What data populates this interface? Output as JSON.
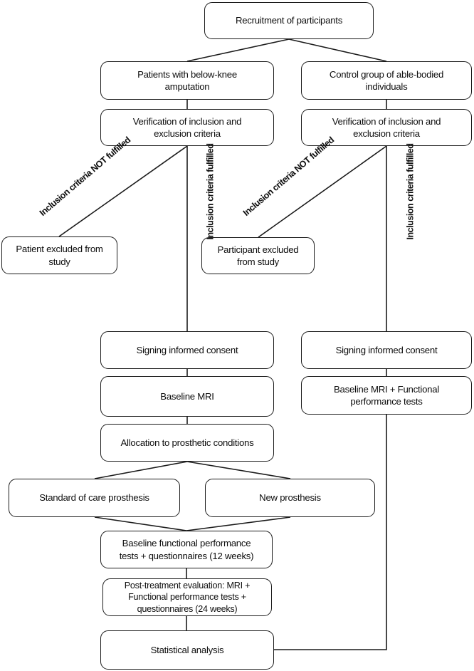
{
  "diagram": {
    "type": "flowchart",
    "title": "Study protocol flow diagram",
    "colors": {
      "stroke": "#1b1b1b",
      "fill": "#ffffff",
      "text": "#0d0d0d"
    },
    "nodes": [
      {
        "id": "recruitment",
        "label": "Recruitment of participants"
      },
      {
        "id": "patients-bka",
        "label": "Patients with below-knee\namputation"
      },
      {
        "id": "control-group",
        "label": "Control group of able-bodied\nindividuals"
      },
      {
        "id": "verify-left",
        "label": "Verification of inclusion and\nexclusion criteria"
      },
      {
        "id": "verify-right",
        "label": "Verification of inclusion and\nexclusion criteria"
      },
      {
        "id": "patient-excluded",
        "label": "Patient excluded from\nstudy"
      },
      {
        "id": "participant-excluded",
        "label": "Participant excluded\nfrom study"
      },
      {
        "id": "consent-left",
        "label": "Signing informed consent"
      },
      {
        "id": "consent-right",
        "label": "Signing informed consent"
      },
      {
        "id": "baseline-mri",
        "label": "Baseline MRI"
      },
      {
        "id": "baseline-mri-functional",
        "label": "Baseline MRI + Functional\nperformance tests"
      },
      {
        "id": "allocation",
        "label": "Allocation to prosthetic conditions"
      },
      {
        "id": "standard-prosthesis",
        "label": "Standard of care prosthesis"
      },
      {
        "id": "new-prosthesis",
        "label": "New prosthesis"
      },
      {
        "id": "baseline-functional",
        "label": "Baseline functional performance\ntests + questionnaires (12 weeks)"
      },
      {
        "id": "post-treatment",
        "label": "Post-treatment evaluation: MRI +\nFunctional performance tests +\nquestionnaires (24 weeks)"
      },
      {
        "id": "statistical-analysis",
        "label": "Statistical analysis"
      }
    ],
    "edge_labels": [
      {
        "id": "left-not-fulfilled",
        "label": "Inclusion criteria NOT fulfilled"
      },
      {
        "id": "left-fulfilled",
        "label": "Inclusion criteria fulfilled"
      },
      {
        "id": "right-not-fulfilled",
        "label": "Inclusion criteria NOT fulfilled"
      },
      {
        "id": "right-fulfilled",
        "label": "Inclusion criteria fulfilled"
      }
    ]
  }
}
